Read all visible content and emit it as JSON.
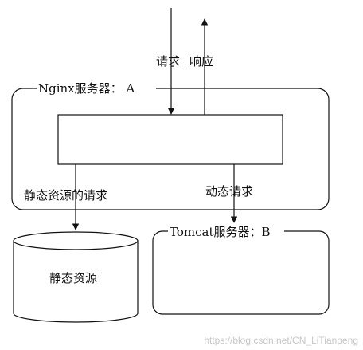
{
  "labels": {
    "request": "请求",
    "response": "响应",
    "nginx_server": "Nginx服务器： A",
    "static_request": "静态资源的请求",
    "dynamic_request": "动态请求",
    "tomcat_server": "Tomcat服务器：B",
    "static_resource": "静态资源"
  },
  "watermark": "https://blog.csdn.net/CN_LiTianpeng",
  "colors": {
    "stroke": "#111111",
    "background": "#ffffff",
    "watermark": "#c8c8c8"
  }
}
